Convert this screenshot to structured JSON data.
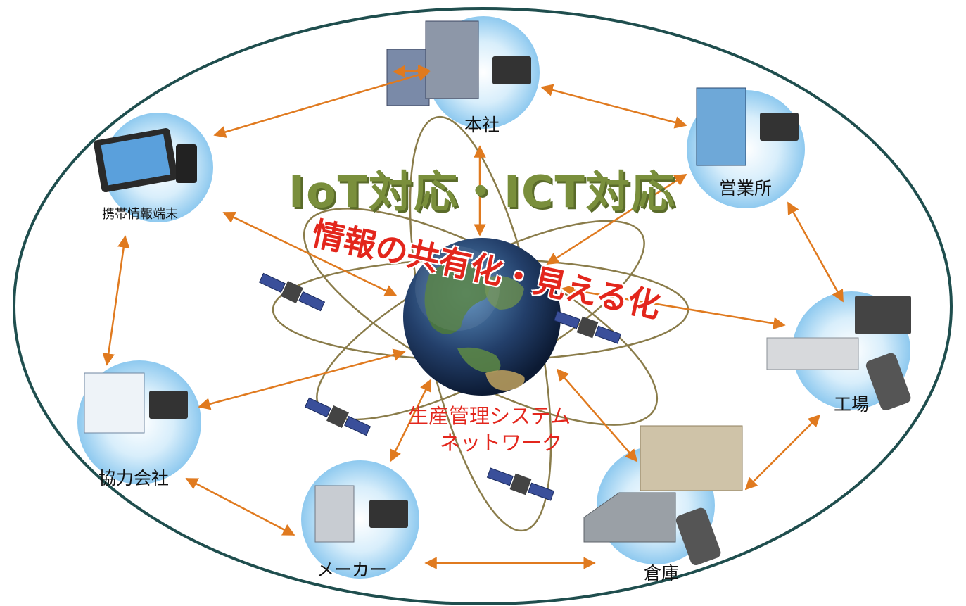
{
  "headline": "IoT対応・ICT対応",
  "subheadline": "情報の共有化・見える化",
  "center": {
    "line1": "生産管理システム",
    "line2": "ネットワーク"
  },
  "nodes": {
    "honsha": "本社",
    "eigyosho": "営業所",
    "keitai": "携帯情報端末",
    "kojo": "工場",
    "kyoryoku": "協力会社",
    "maker": "メーカー",
    "soko": "倉庫"
  },
  "colors": {
    "arrow": "#e07a1f",
    "ellipse": "#1f4e4e",
    "orbit": "#8a7c4a",
    "node_fill": "#9fd4f2",
    "headline": "#7a8f3c",
    "subheadline": "#e3261c"
  }
}
